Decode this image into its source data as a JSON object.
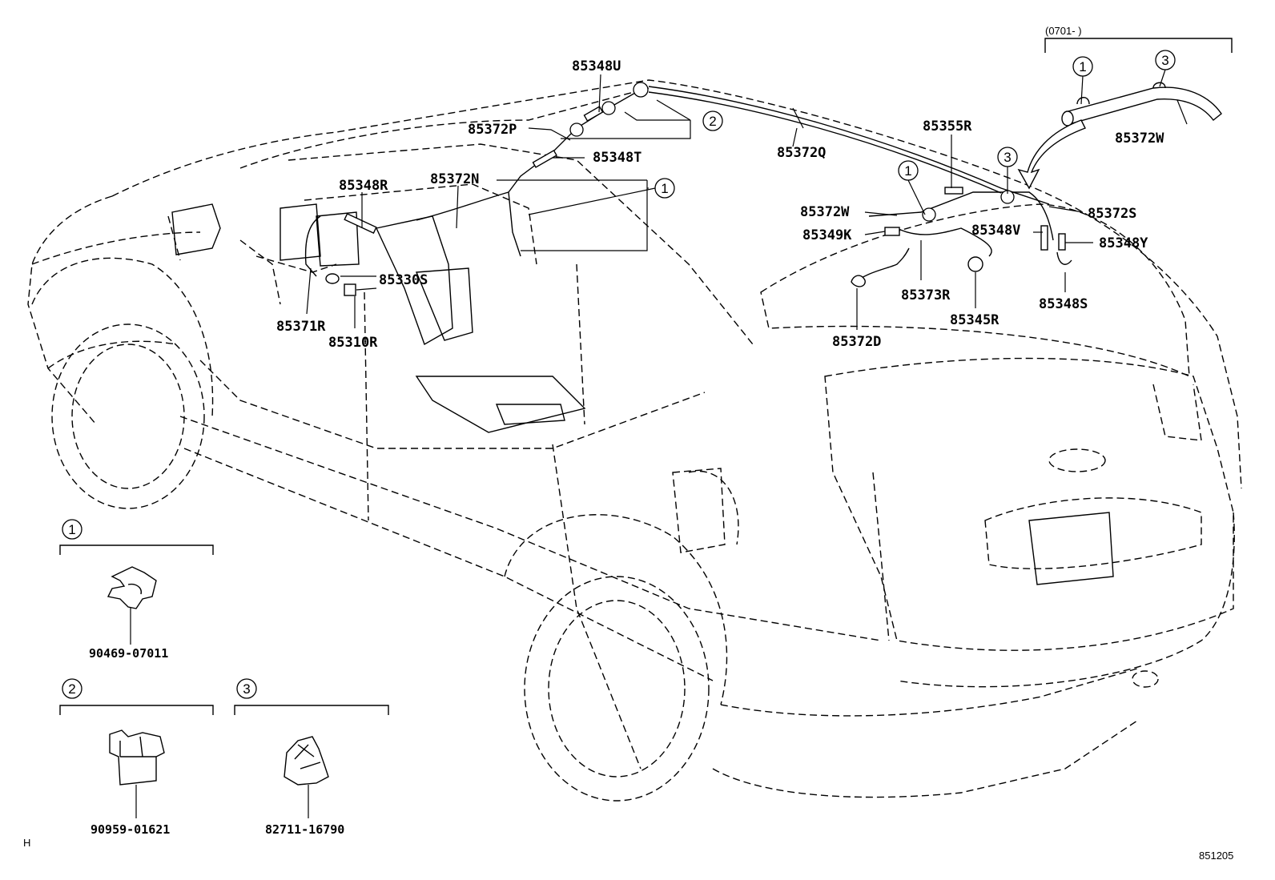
{
  "header": {
    "date_range": "(0701-      )"
  },
  "callouts": [
    "1",
    "2",
    "3"
  ],
  "part_labels": {
    "p85348U": "85348U",
    "p85372P": "85372P",
    "p85348T": "85348T",
    "p85372Q": "85372Q",
    "p85348R": "85348R",
    "p85372N": "85372N",
    "p85330S": "85330S",
    "p85371R": "85371R",
    "p85310R": "85310R",
    "p85355R": "85355R",
    "p85372W_a": "85372W",
    "p85372W_b": "85372W",
    "p85372S": "85372S",
    "p85349K": "85349K",
    "p85348V": "85348V",
    "p85348Y": "85348Y",
    "p85373R": "85373R",
    "p85345R": "85345R",
    "p85348S": "85348S",
    "p85372D": "85372D"
  },
  "inset_parts": [
    {
      "callout": "1",
      "part_no": "90469-07011"
    },
    {
      "callout": "2",
      "part_no": "90959-01621"
    },
    {
      "callout": "3",
      "part_no": "82711-16790"
    }
  ],
  "corner_mark": "H",
  "figure_id": "851205"
}
